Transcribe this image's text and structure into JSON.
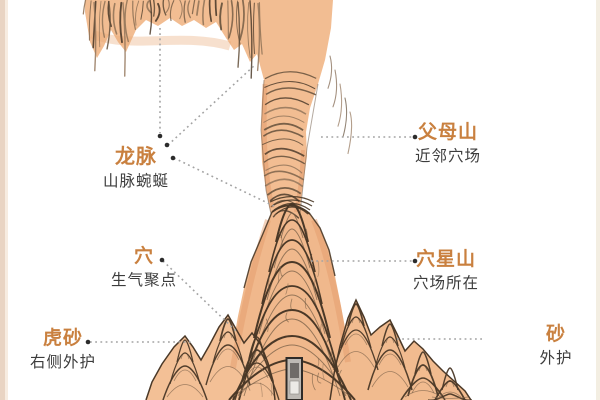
{
  "diagram": {
    "labels": [
      {
        "id": "longmai",
        "title": "龙脉",
        "subtitle": "山脉蜿蜒"
      },
      {
        "id": "fumushan",
        "title": "父母山",
        "subtitle": "近邻穴场"
      },
      {
        "id": "xue",
        "title": "穴",
        "subtitle": "生气聚点"
      },
      {
        "id": "xuexingshan",
        "title": "穴星山",
        "subtitle": "穴场所在"
      },
      {
        "id": "husha",
        "title": "虎砂",
        "subtitle": "右侧外护"
      },
      {
        "id": "sha",
        "title": "砂",
        "subtitle": "外护"
      }
    ],
    "colors": {
      "accent": "#c9803f",
      "text": "#3c3c3c",
      "leader_line": "#a3a3a3",
      "leader_dot": "#2c2c2c",
      "mountain_fill": "#f1ba8e",
      "mountain_stroke": "#4a3827",
      "background": "#ffffff",
      "left_border": "#e9d4c3",
      "right_border": "#f3eee2"
    }
  }
}
